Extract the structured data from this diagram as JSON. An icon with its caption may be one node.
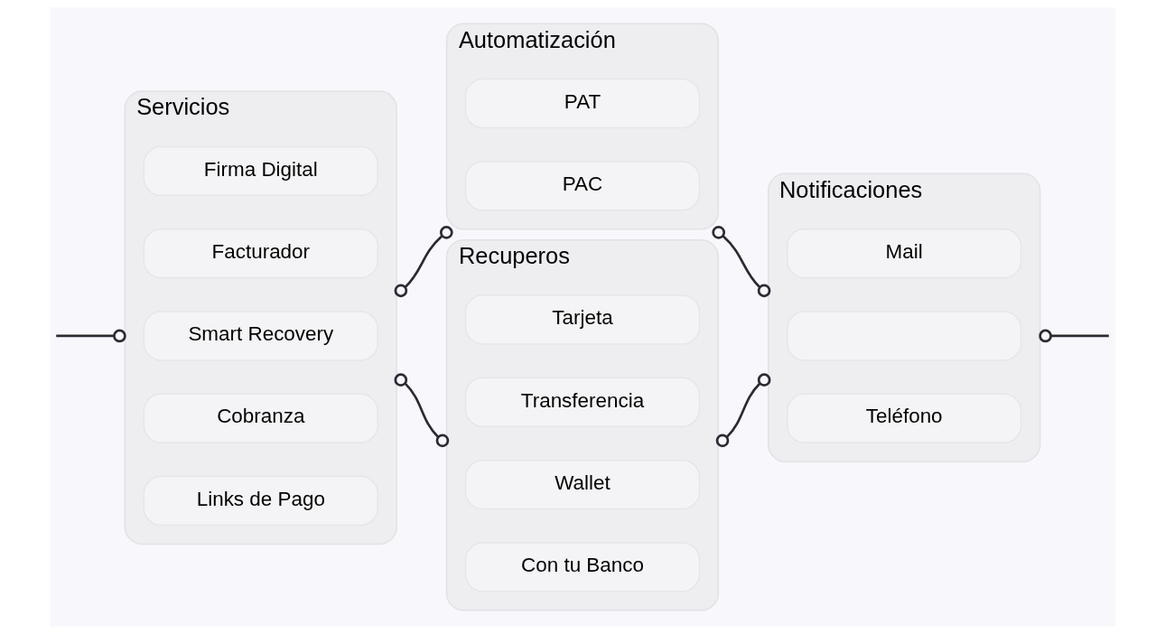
{
  "diagram": {
    "nodes": [
      {
        "text": [
          "Servicios"
        ]
      },
      {
        "text": [
          "Firma Digital"
        ],
        "in": 0
      },
      {
        "text": [
          "Facturador"
        ],
        "in": 0
      },
      {
        "text": [
          "Smart Recovery"
        ],
        "in": 0
      },
      {
        "text": [
          "Cobranza"
        ],
        "in": 0
      },
      {
        "text": [
          "Links de Pago"
        ],
        "in": 0
      },
      {
        "text": [
          "Automatización"
        ]
      },
      {
        "text": [
          "PAT"
        ],
        "in": 6
      },
      {
        "text": [
          "PAC"
        ],
        "in": 6
      },
      {
        "text": [
          "Recuperos"
        ]
      },
      {
        "text": [
          "Tarjeta"
        ],
        "in": 9
      },
      {
        "text": [
          "Transferencia"
        ],
        "in": 9
      },
      {
        "text": [
          "Wallet"
        ],
        "in": 9
      },
      {
        "text": [
          "Con tu Banco"
        ],
        "in": 9
      },
      {
        "text": [
          "Notificaciones"
        ]
      },
      {
        "text": [
          "Mail"
        ],
        "in": 14
      },
      {
        "text": [],
        "shape": "box",
        "in": 14
      },
      {
        "text": [
          "Teléfono"
        ],
        "in": 14
      }
    ],
    "edges": [
      {
        "from": null,
        "to": 0,
        "arrow": "other"
      },
      {
        "from": 0,
        "to": 6,
        "arrow": "other"
      },
      {
        "from": 0,
        "to": 9,
        "arrow": "other"
      },
      {
        "from": 6,
        "to": 14,
        "arrow": "other"
      },
      {
        "from": 9,
        "to": 14,
        "arrow": "other"
      },
      {
        "from": 14,
        "to": null,
        "arrow": "other"
      }
    ]
  }
}
